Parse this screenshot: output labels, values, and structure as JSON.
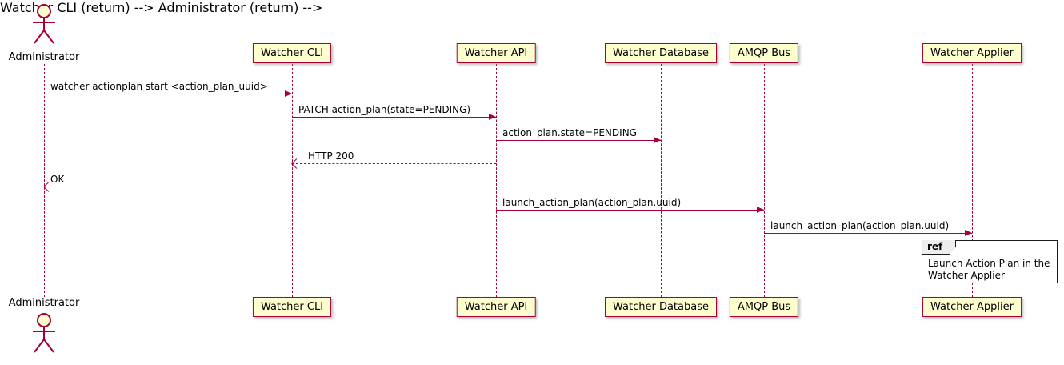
{
  "diagram": {
    "type": "sequence",
    "accent_color": "#A80036",
    "participant_fill": "#FEFECE"
  },
  "actors": [
    {
      "name": "Administrator"
    }
  ],
  "participants": [
    {
      "name": "Watcher CLI"
    },
    {
      "name": "Watcher API"
    },
    {
      "name": "Watcher Database"
    },
    {
      "name": "AMQP Bus"
    },
    {
      "name": "Watcher Applier"
    }
  ],
  "messages": [
    {
      "from": "Administrator",
      "to": "Watcher CLI",
      "style": "solid",
      "label": "watcher actionplan start <action_plan_uuid>"
    },
    {
      "from": "Watcher CLI",
      "to": "Watcher API",
      "style": "solid",
      "label": "PATCH action_plan(state=PENDING)"
    },
    {
      "from": "Watcher API",
      "to": "Watcher Database",
      "style": "solid",
      "label": "action_plan.state=PENDING"
    },
    {
      "from": "Watcher API",
      "to": "Watcher CLI",
      "style": "dashed",
      "label": "HTTP 200"
    },
    {
      "from": "Watcher CLI",
      "to": "Administrator",
      "style": "dashed",
      "label": "OK"
    },
    {
      "from": "Watcher API",
      "to": "AMQP Bus",
      "style": "solid",
      "label": "launch_action_plan(action_plan.uuid)"
    },
    {
      "from": "AMQP Bus",
      "to": "Watcher Applier",
      "style": "solid",
      "label": "launch_action_plan(action_plan.uuid)"
    }
  ],
  "ref": {
    "keyword": "ref",
    "line1": "Launch Action Plan in the",
    "line2": "Watcher Applier"
  }
}
